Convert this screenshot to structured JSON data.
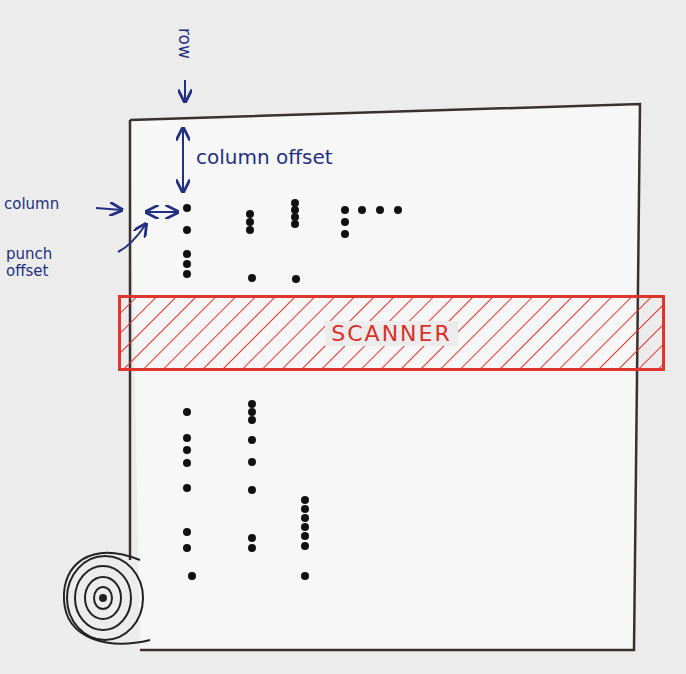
{
  "diagram": {
    "nodes": [
      {
        "text": [
          "SCANNER"
        ]
      }
    ],
    "labels": [
      "row",
      "column offset",
      "column",
      "punch offset"
    ]
  }
}
